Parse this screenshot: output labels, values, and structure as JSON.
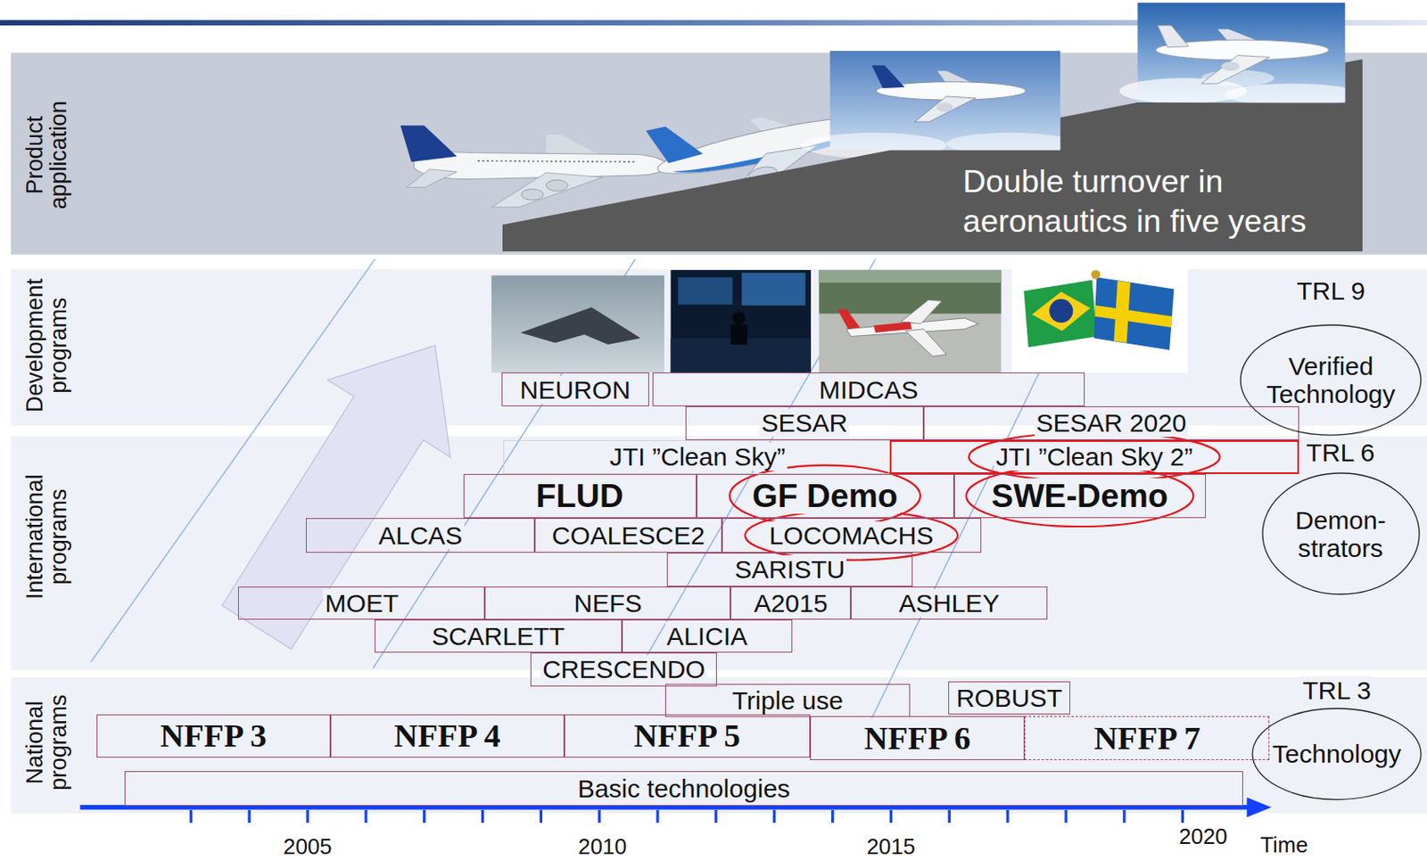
{
  "diagram": {
    "nodes": [
      {
        "text": [
          "Product application"
        ]
      },
      {
        "text": [
          "Double turnover in aeronautics in five years"
        ],
        "in": 0
      },
      {
        "text": [
          "Development programs"
        ]
      },
      {
        "text": [
          "NEURON"
        ],
        "in": 2
      },
      {
        "text": [
          "MIDCAS"
        ],
        "in": 2
      },
      {
        "text": [
          "SESAR"
        ],
        "in": 2
      },
      {
        "text": [
          "SESAR 2020"
        ],
        "in": 2
      },
      {
        "text": [
          "TRL 9",
          "Verified Technology"
        ]
      },
      {
        "text": [
          "International programs"
        ]
      },
      {
        "text": [
          "JTI ”Clean Sky”"
        ],
        "in": 8
      },
      {
        "text": [
          "JTI ”Clean Sky 2”"
        ],
        "in": 8
      },
      {
        "text": [
          "FLUD"
        ],
        "in": 8
      },
      {
        "text": [
          "GF Demo"
        ],
        "in": 8
      },
      {
        "text": [
          "SWE-Demo"
        ],
        "in": 8
      },
      {
        "text": [
          "ALCAS"
        ],
        "in": 8
      },
      {
        "text": [
          "COALESCE2"
        ],
        "in": 8
      },
      {
        "text": [
          "LOCOMACHS"
        ],
        "in": 8
      },
      {
        "text": [
          "SARISTU"
        ],
        "in": 8
      },
      {
        "text": [
          "MOET"
        ],
        "in": 8
      },
      {
        "text": [
          "NEFS"
        ],
        "in": 8
      },
      {
        "text": [
          "A2015"
        ],
        "in": 8
      },
      {
        "text": [
          "ASHLEY"
        ],
        "in": 8
      },
      {
        "text": [
          "SCARLETT"
        ],
        "in": 8
      },
      {
        "text": [
          "ALICIA"
        ],
        "in": 8
      },
      {
        "text": [
          "CRESCENDO"
        ],
        "in": 8
      },
      {
        "text": [
          "TRL 6",
          "Demon- strators"
        ]
      },
      {
        "text": [
          "National programs"
        ]
      },
      {
        "text": [
          "Triple use"
        ],
        "in": 26
      },
      {
        "text": [
          "ROBUST"
        ],
        "in": 26
      },
      {
        "text": [
          "NFFP 3"
        ],
        "in": 26
      },
      {
        "text": [
          "NFFP 4"
        ],
        "in": 26
      },
      {
        "text": [
          "NFFP 5"
        ],
        "in": 26
      },
      {
        "text": [
          "NFFP 6"
        ],
        "in": 26
      },
      {
        "text": [
          "NFFP 7"
        ],
        "in": 26
      },
      {
        "text": [
          "Basic technologies"
        ],
        "in": 26
      },
      {
        "text": [
          "TRL 3",
          "Technology"
        ]
      }
    ],
    "labels": [
      "2005",
      "2010",
      "2015",
      "2020",
      "Time"
    ]
  }
}
